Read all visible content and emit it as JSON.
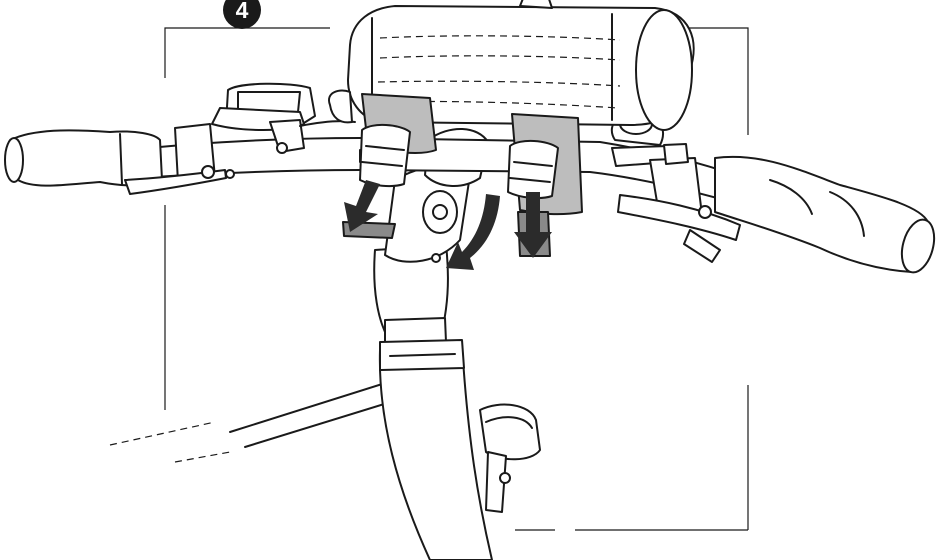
{
  "figure": {
    "step_number": "4"
  },
  "colors": {
    "ink": "#1a1a1a",
    "strap_gray": "#bdbdbd",
    "tab_gray": "#8a8a8a",
    "arrow_dark": "#2b2b2b",
    "paper": "#ffffff"
  },
  "icons": {
    "step_marker": "numbered-circle",
    "strap_pull_arrows": "down-arrow",
    "rotate_arrow": "curved-arrow"
  }
}
